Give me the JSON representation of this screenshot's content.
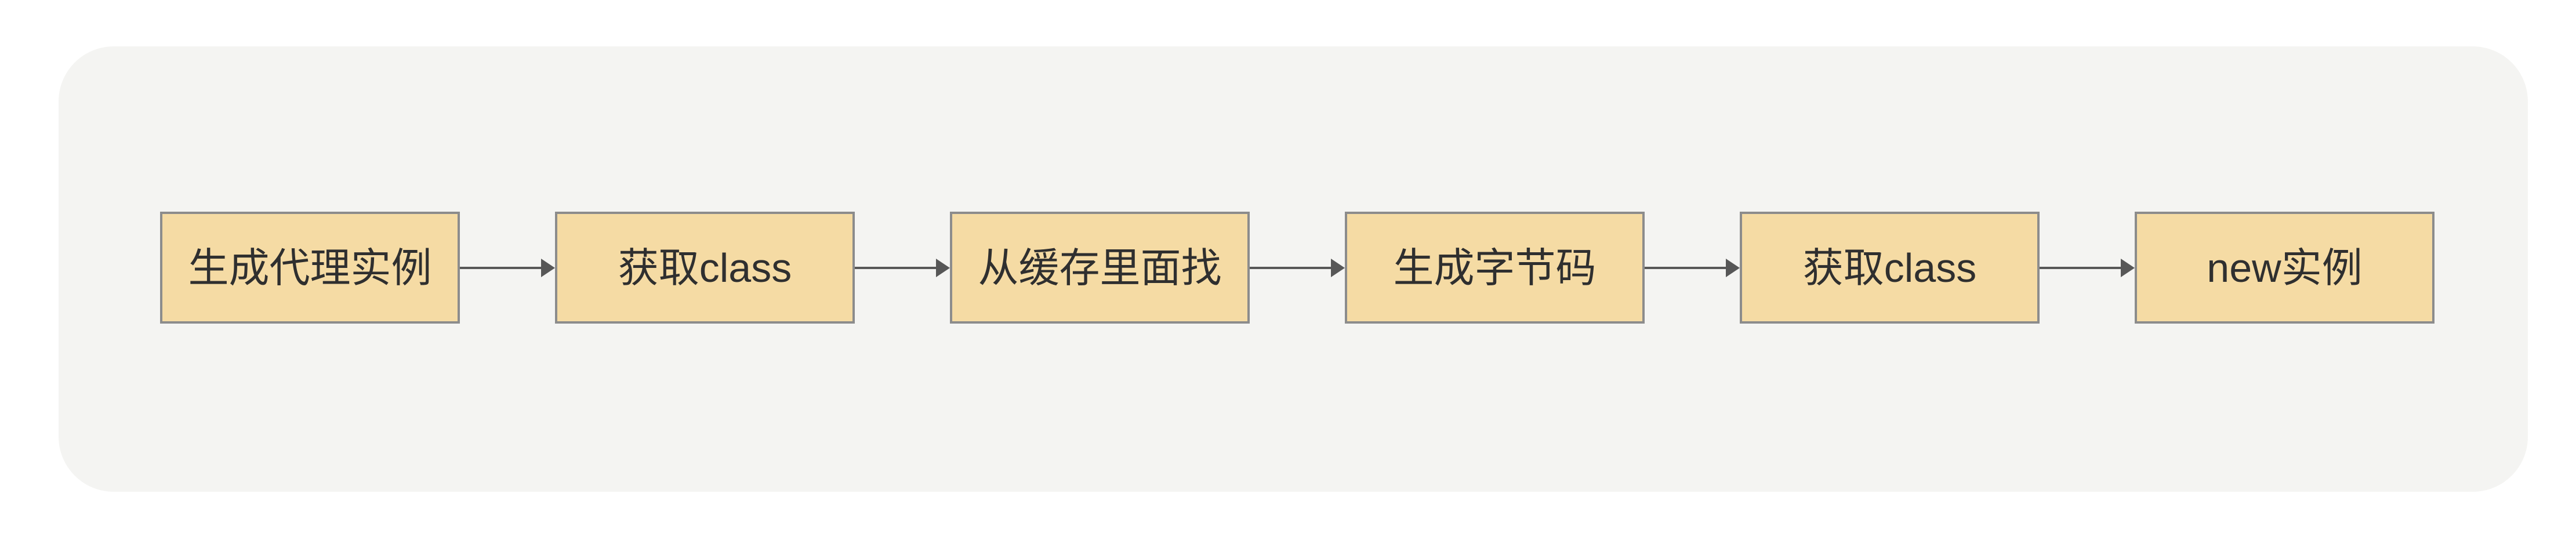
{
  "diagram": {
    "type": "flowchart",
    "direction": "left-to-right",
    "nodes": [
      {
        "label": "生成代理实例"
      },
      {
        "label": "获取class"
      },
      {
        "label": "从缓存里面找"
      },
      {
        "label": "生成字节码"
      },
      {
        "label": "获取class"
      },
      {
        "label": "new实例"
      }
    ],
    "edges": [
      {
        "from": "生成代理实例",
        "to": "获取class"
      },
      {
        "from": "获取class",
        "to": "从缓存里面找"
      },
      {
        "from": "从缓存里面找",
        "to": "生成字节码"
      },
      {
        "from": "生成字节码",
        "to": "获取class"
      },
      {
        "from": "获取class",
        "to": "new实例"
      }
    ]
  },
  "colors": {
    "node_fill": "#F5DBA4",
    "node_border": "#8C8C8C",
    "arrow": "#575757",
    "panel_bg": "#F4F4F2",
    "page_bg": "#FFFFFF",
    "text": "#2F2F2F"
  }
}
